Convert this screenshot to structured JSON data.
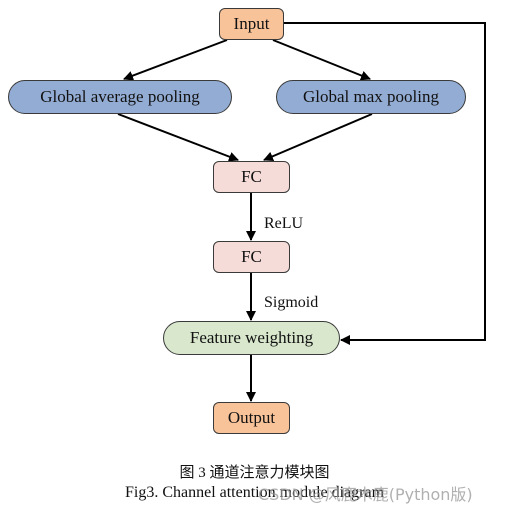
{
  "nodes": {
    "input": "Input",
    "global_average_pooling": "Global average pooling",
    "global_max_pooling": "Global max pooling",
    "fc_1": "FC",
    "fc_2": "FC",
    "feature_weighting": "Feature weighting",
    "output": "Output"
  },
  "edge_labels": {
    "relu": "ReLU",
    "sigmoid": "Sigmoid"
  },
  "caption": {
    "chinese": "图 3  通道注意力模块图",
    "english": "Fig3. Channel attention module diagram"
  },
  "watermark": "CSDN @风鹿木鹿(Python版)",
  "colors": {
    "input_output_fill": "#f9c39a",
    "pooling_fill": "#93acd3",
    "fc_fill": "#f5dcd8",
    "feature_weighting_fill": "#d9e8cd",
    "stroke": "#3a3a3a",
    "arrow": "#000000"
  }
}
